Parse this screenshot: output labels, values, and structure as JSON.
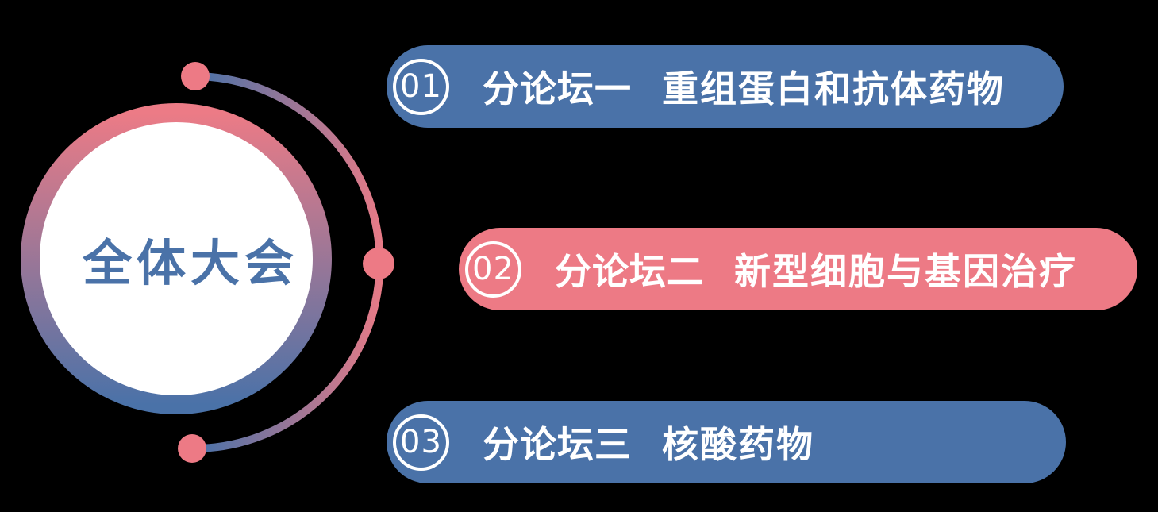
{
  "colors": {
    "blue": "#4a72a8",
    "pink": "#ed7a85",
    "gradient_pink": "#ec7b86",
    "gradient_blue": "#4a72a8",
    "white": "#ffffff",
    "background": "#000000",
    "center_text": "#4a72a8"
  },
  "center": {
    "label": "全体大会"
  },
  "forums": [
    {
      "number": "01",
      "name": "分论坛一",
      "topic": "重组蛋白和抗体药物",
      "color": "blue"
    },
    {
      "number": "02",
      "name": "分论坛二",
      "topic": "新型细胞与基因治疗",
      "color": "pink"
    },
    {
      "number": "03",
      "name": "分论坛三",
      "topic": "核酸药物",
      "color": "blue"
    }
  ]
}
